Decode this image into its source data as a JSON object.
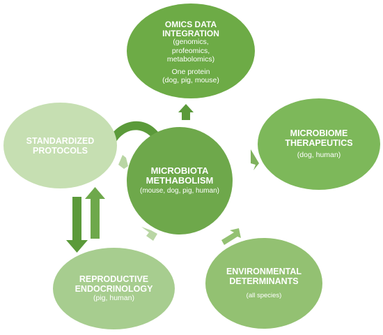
{
  "colors": {
    "omics": "#6dab46",
    "standardized": "#c6dfb2",
    "microbiota": "#6ea84b",
    "therapeutics": "#7db85a",
    "reproductive": "#a7cd8f",
    "environmental": "#93c172",
    "arrow_dark": "#5b9a3a",
    "arrow_mid": "#7fb15c",
    "arrow_light": "#b9d6a4"
  },
  "nodes": {
    "omics": {
      "title": "OMICS DATA\nINTEGRATION",
      "sub": "(genomics,\nprofeomics,\nmetabolomics)",
      "sub2": "One protein",
      "sub3": "(dog, pig, mouse)"
    },
    "standardized": {
      "title": "STANDARDIZED\nPROTOCOLS"
    },
    "microbiota": {
      "title": "MICROBIOTA\nMETHABOLISM",
      "sub": "(mouse, dog, pig, human)"
    },
    "therapeutics": {
      "title": "MICROBIOME\nTHERAPEUTICS",
      "sub": "(dog, human)"
    },
    "reproductive": {
      "title": "REPRODUCTIVE\nENDOCRINOLOGY",
      "sub": "(pig, human)"
    },
    "environmental": {
      "title": "ENVIRONMENTAL\nDETERMINANTS",
      "sub": "(all species)"
    }
  }
}
